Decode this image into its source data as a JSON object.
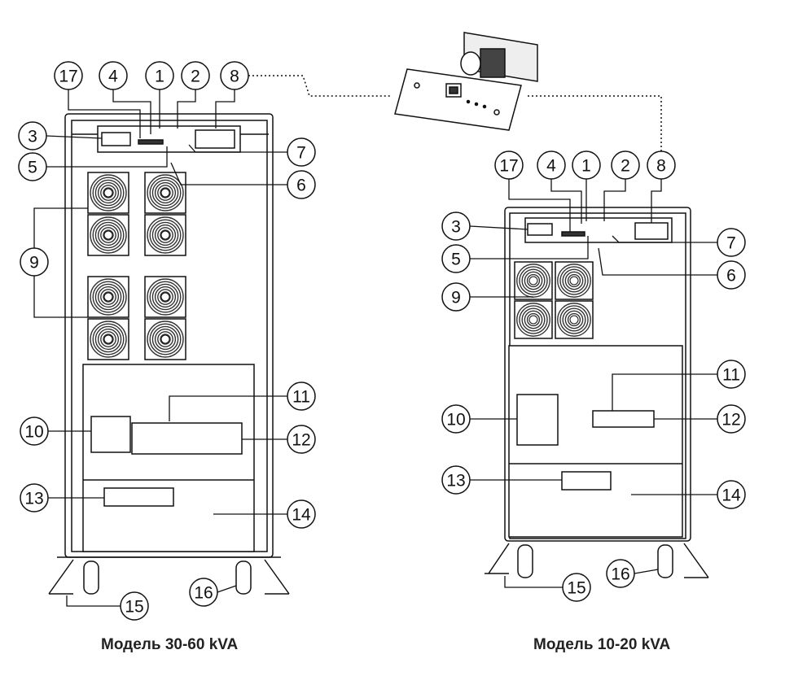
{
  "figure": {
    "captions": {
      "left": "Модель 30-60 kVA",
      "right": "Модель 10-20 kVA"
    },
    "left_callouts": [
      "17",
      "4",
      "1",
      "2",
      "8",
      "3",
      "5",
      "7",
      "6",
      "9",
      "11",
      "10",
      "12",
      "13",
      "14",
      "15",
      "16"
    ],
    "right_callouts": [
      "17",
      "4",
      "1",
      "2",
      "8",
      "3",
      "5",
      "7",
      "6",
      "9",
      "11",
      "10",
      "12",
      "13",
      "14",
      "15",
      "16"
    ],
    "colors": {
      "line": "#111111",
      "panel": "#ffffff",
      "fan": "#333333"
    }
  }
}
